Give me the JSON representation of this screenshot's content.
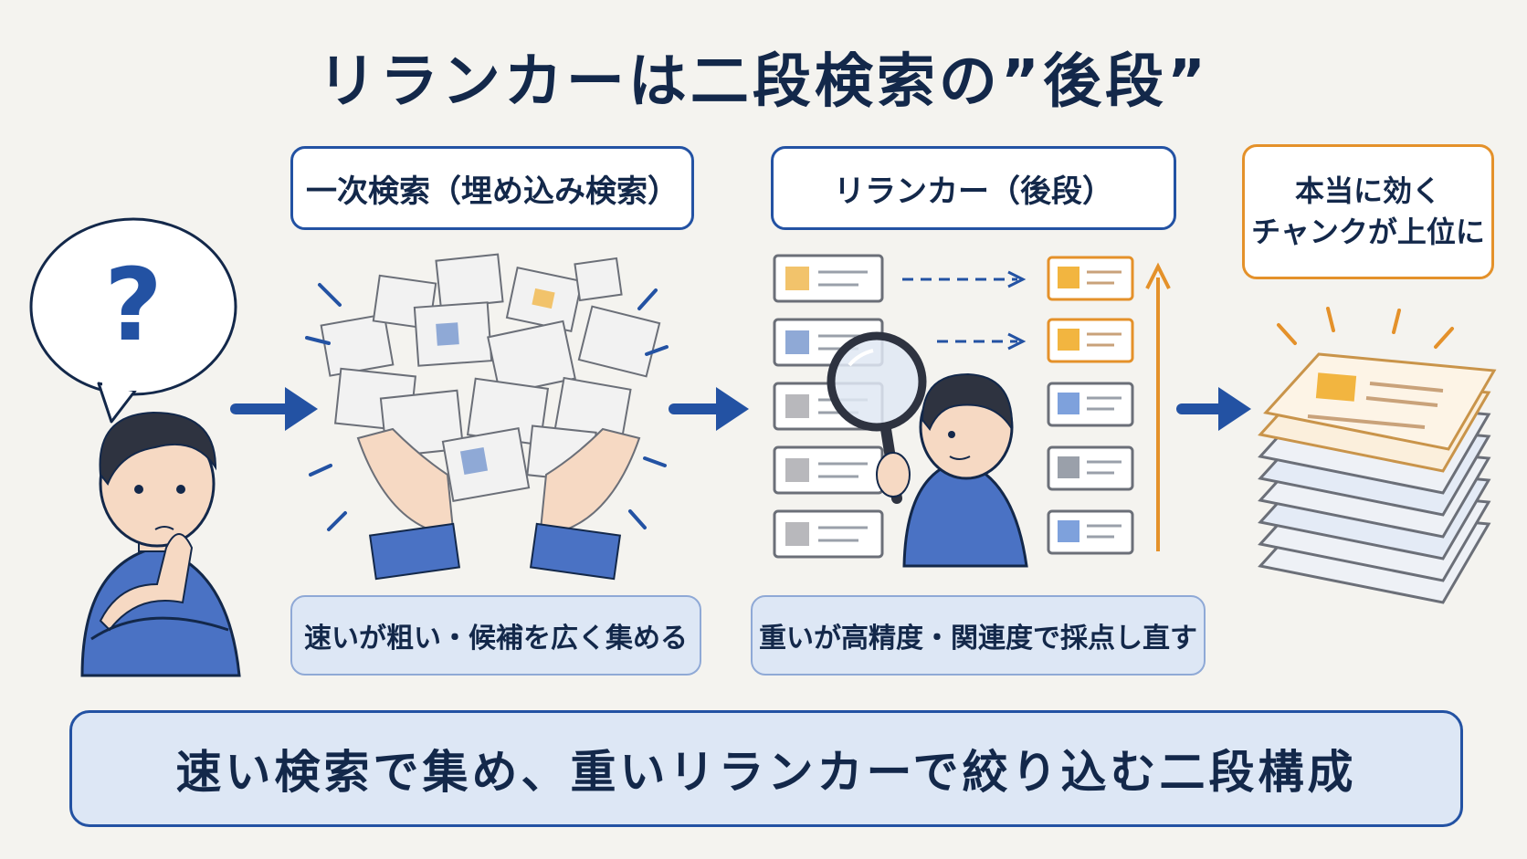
{
  "title": "リランカーは二段検索の”後段”",
  "speech_bubble": {
    "symbol": "?"
  },
  "stage1": {
    "label": "一次検索（埋め込み検索）",
    "caption": "速いが粗い・候補を広く集める"
  },
  "stage2": {
    "label": "リランカー（後段）",
    "caption": "重いが高精度・関連度で採点し直す"
  },
  "stage3": {
    "label_line1": "本当に効く",
    "label_line2": "チャンクが上位に"
  },
  "summary": "速い検索で集め、重いリランカーで絞り込む二段構成",
  "colors": {
    "navy": "#13284a",
    "blue": "#2352a3",
    "orange": "#e4912a",
    "pale_blue": "#dde7f5",
    "background": "#f4f3ef"
  }
}
